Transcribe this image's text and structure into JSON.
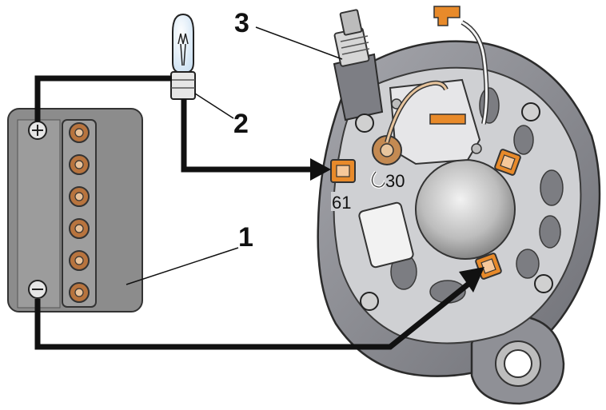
{
  "diagram": {
    "callouts": [
      {
        "id": "1",
        "text": "1"
      },
      {
        "id": "2",
        "text": "2"
      },
      {
        "id": "3",
        "text": "3"
      }
    ],
    "terminals": {
      "t30": "30",
      "t61": "61"
    },
    "colors": {
      "wire": "#111111",
      "battery_body": "#8c8c8c",
      "battery_panel": "#a9a9a9",
      "alternator_body": "#8f9096",
      "alternator_plate": "#d9d9db",
      "terminal_orange": "#e88a2a",
      "cell_cap": "#b8743e"
    },
    "icons": {
      "plus_terminal": "plus-terminal-icon",
      "minus_terminal": "minus-terminal-icon",
      "warning_lamp": "lamp-icon"
    }
  }
}
